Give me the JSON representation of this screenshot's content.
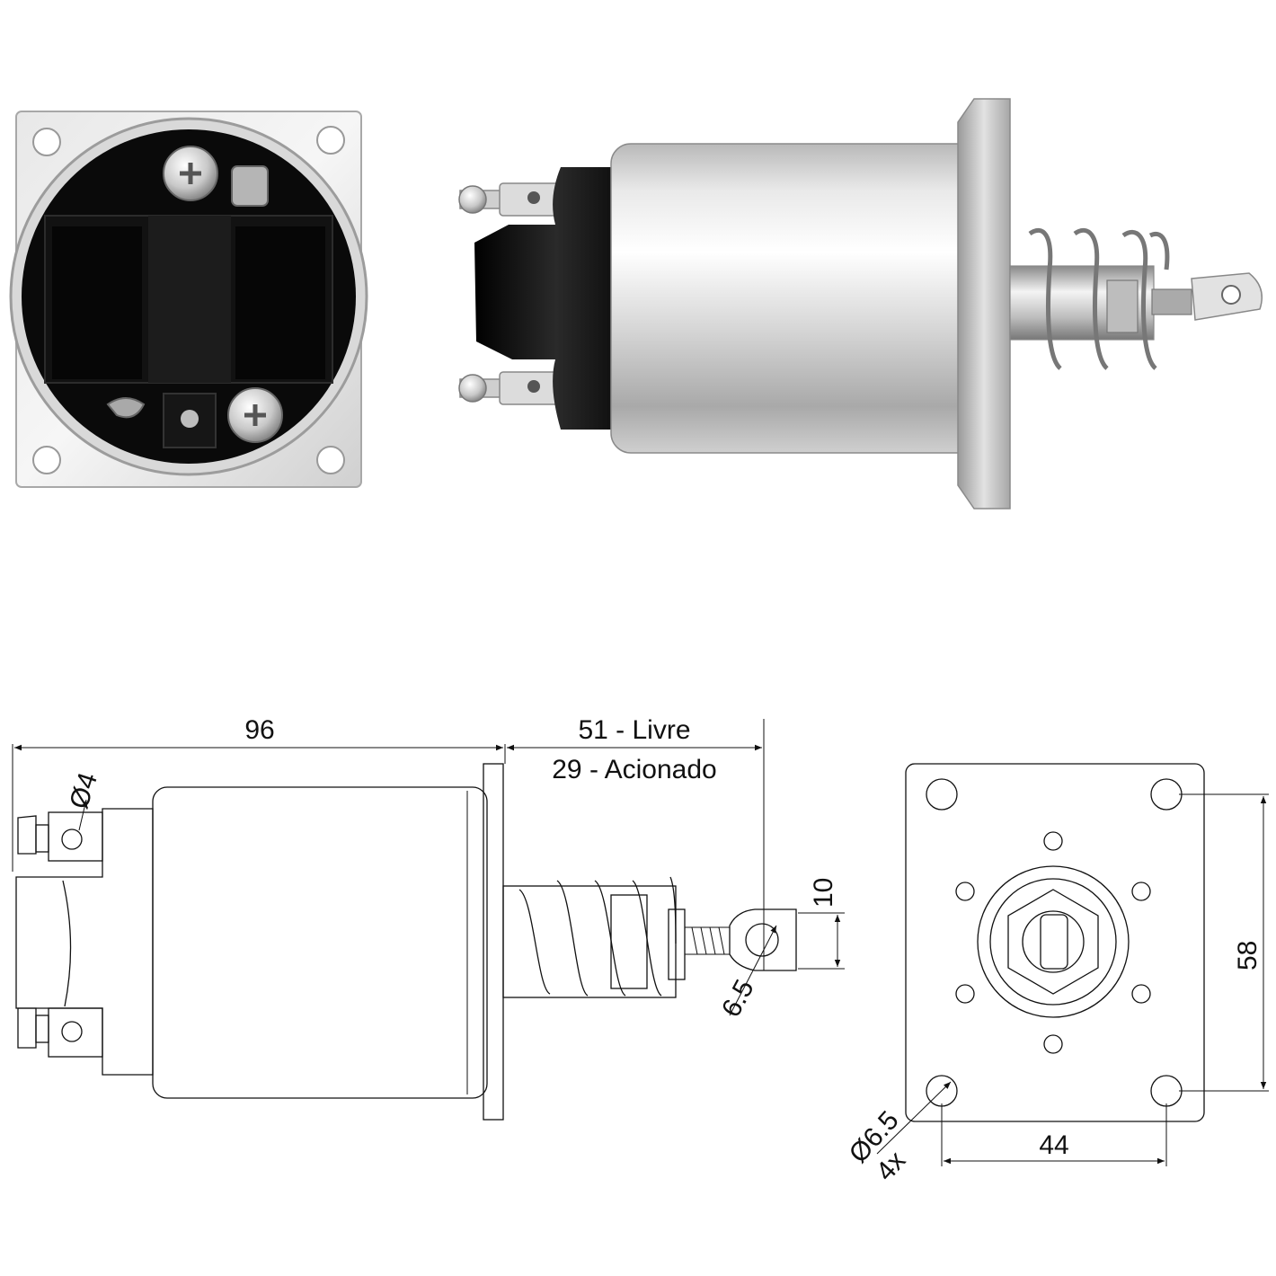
{
  "dimensions": {
    "overall_length": "96",
    "stroke_free": "51 - Livre",
    "stroke_actuated": "29 - Acionado",
    "terminal_hole": "Ø4",
    "eye_height": "10",
    "eye_hole": "6.5",
    "mount_spacing_v": "58",
    "mount_spacing_h": "44",
    "mount_hole": "Ø6.5",
    "mount_hole_count": "4x"
  },
  "colors": {
    "line": "#111111",
    "metal_light": "#f2f2f2",
    "metal_mid": "#c9c9c9",
    "metal_dark": "#8e8e8e",
    "black_cap": "#0b0b0b"
  }
}
